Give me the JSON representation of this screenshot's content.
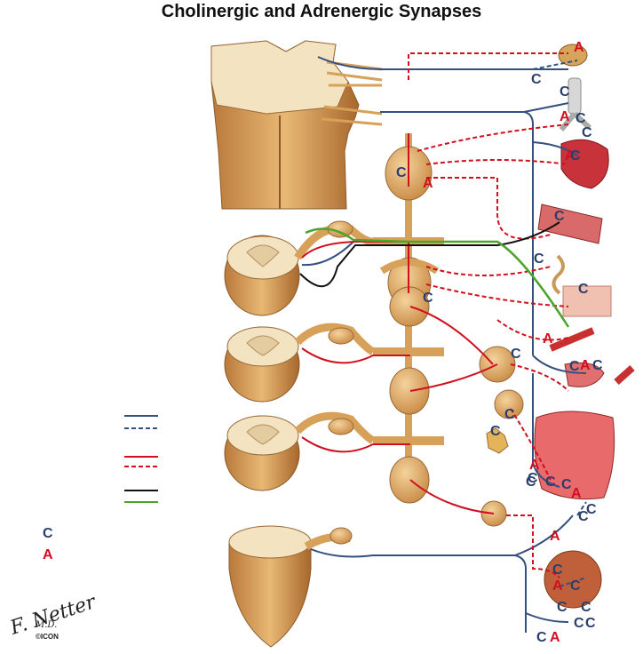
{
  "title": "Cholinergic and Adrenergic Synapses",
  "legend": {
    "cholinergic_letter": "C",
    "adrenergic_letter": "A"
  },
  "signature": {
    "name": "F. Netter",
    "suffix": "M.D.",
    "mark": "©ICON"
  },
  "colors": {
    "cholinergic": "#34507e",
    "adrenergic": "#d01020",
    "somatic": "#111111",
    "sensory": "#4aa52a",
    "tissue": "#d8a15a",
    "grey_matter": "#f3e3c0",
    "organ_red": "#c8323a"
  },
  "labels": [
    {
      "t": "A",
      "k": "a"
    },
    {
      "t": "C",
      "k": "c"
    },
    {
      "t": "C",
      "k": "c"
    },
    {
      "t": "C",
      "k": "c"
    },
    {
      "t": "A",
      "k": "a"
    },
    {
      "t": "C",
      "k": "c"
    },
    {
      "t": "A",
      "k": "a"
    },
    {
      "t": "C",
      "k": "c"
    },
    {
      "t": "C",
      "k": "c"
    },
    {
      "t": "A",
      "k": "a"
    },
    {
      "t": "C",
      "k": "c"
    },
    {
      "t": "C",
      "k": "c"
    },
    {
      "t": "C",
      "k": "c"
    },
    {
      "t": "A",
      "k": "a"
    },
    {
      "t": "C",
      "k": "c"
    },
    {
      "t": "C",
      "k": "c"
    },
    {
      "t": "A",
      "k": "a"
    },
    {
      "t": "C",
      "k": "c"
    },
    {
      "t": "C",
      "k": "c"
    },
    {
      "t": "C",
      "k": "c"
    },
    {
      "t": "C",
      "k": "c"
    },
    {
      "t": "A",
      "k": "a"
    },
    {
      "t": "C",
      "k": "c"
    },
    {
      "t": "C",
      "k": "c"
    },
    {
      "t": "C",
      "k": "c"
    },
    {
      "t": "C",
      "k": "c"
    },
    {
      "t": "A",
      "k": "a"
    },
    {
      "t": "C",
      "k": "c"
    },
    {
      "t": "C",
      "k": "c"
    },
    {
      "t": "A",
      "k": "a"
    },
    {
      "t": "C",
      "k": "c"
    },
    {
      "t": "A",
      "k": "a"
    },
    {
      "t": "C",
      "k": "c"
    },
    {
      "t": "C",
      "k": "c"
    },
    {
      "t": "C",
      "k": "c"
    },
    {
      "t": "A",
      "k": "a"
    },
    {
      "t": "C",
      "k": "c"
    },
    {
      "t": "C",
      "k": "c"
    },
    {
      "t": "C",
      "k": "c"
    }
  ]
}
